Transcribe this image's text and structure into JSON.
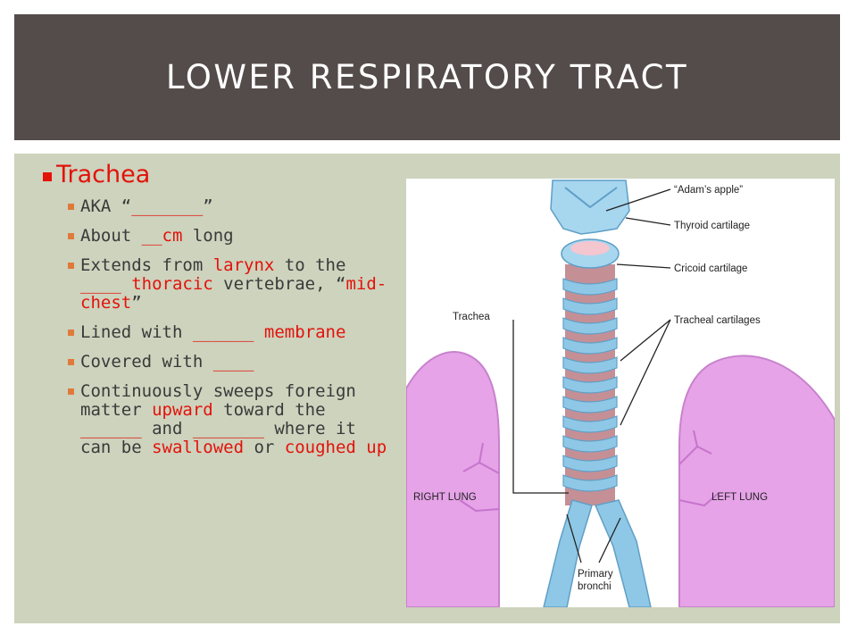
{
  "title": "LOWER RESPIRATORY TRACT",
  "heading": "Trachea",
  "bullets": [
    [
      {
        "t": "AKA “"
      },
      {
        "t": "_______",
        "r": true
      },
      {
        "t": "”"
      }
    ],
    [
      {
        "t": "About "
      },
      {
        "t": "__cm",
        "r": true
      },
      {
        "t": " long"
      }
    ],
    [
      {
        "t": "Extends from "
      },
      {
        "t": "larynx",
        "r": true
      },
      {
        "t": " to the "
      },
      {
        "t": "____ thoracic",
        "r": true
      },
      {
        "t": " vertebrae, “"
      },
      {
        "t": "mid-chest",
        "r": true
      },
      {
        "t": "”"
      }
    ],
    [
      {
        "t": "Lined with "
      },
      {
        "t": "______ membrane",
        "r": true
      }
    ],
    [
      {
        "t": "Covered with "
      },
      {
        "t": "____",
        "r": true
      }
    ],
    [
      {
        "t": "Continuously sweeps foreign matter "
      },
      {
        "t": "upward",
        "r": true
      },
      {
        "t": " toward the "
      },
      {
        "t": "______",
        "r": true
      },
      {
        "t": " and "
      },
      {
        "t": "_______",
        "r": true
      },
      {
        "t": " where it can be "
      },
      {
        "t": "swallowed",
        "r": true
      },
      {
        "t": " or "
      },
      {
        "t": "coughed up",
        "r": true
      }
    ]
  ],
  "diagram": {
    "adams_apple": "“Adam’s apple”",
    "thyroid": "Thyroid cartilage",
    "cricoid": "Cricoid cartilage",
    "tracheal_cartilages": "Tracheal cartilages",
    "trachea": "Trachea",
    "right_lung": "RIGHT LUNG",
    "left_lung": "LEFT LUNG",
    "primary": "Primary",
    "bronchi": "bronchi"
  },
  "colors": {
    "title_bg": "#544c4a",
    "body_bg": "#cdd3bd",
    "accent": "#e3120b"
  }
}
